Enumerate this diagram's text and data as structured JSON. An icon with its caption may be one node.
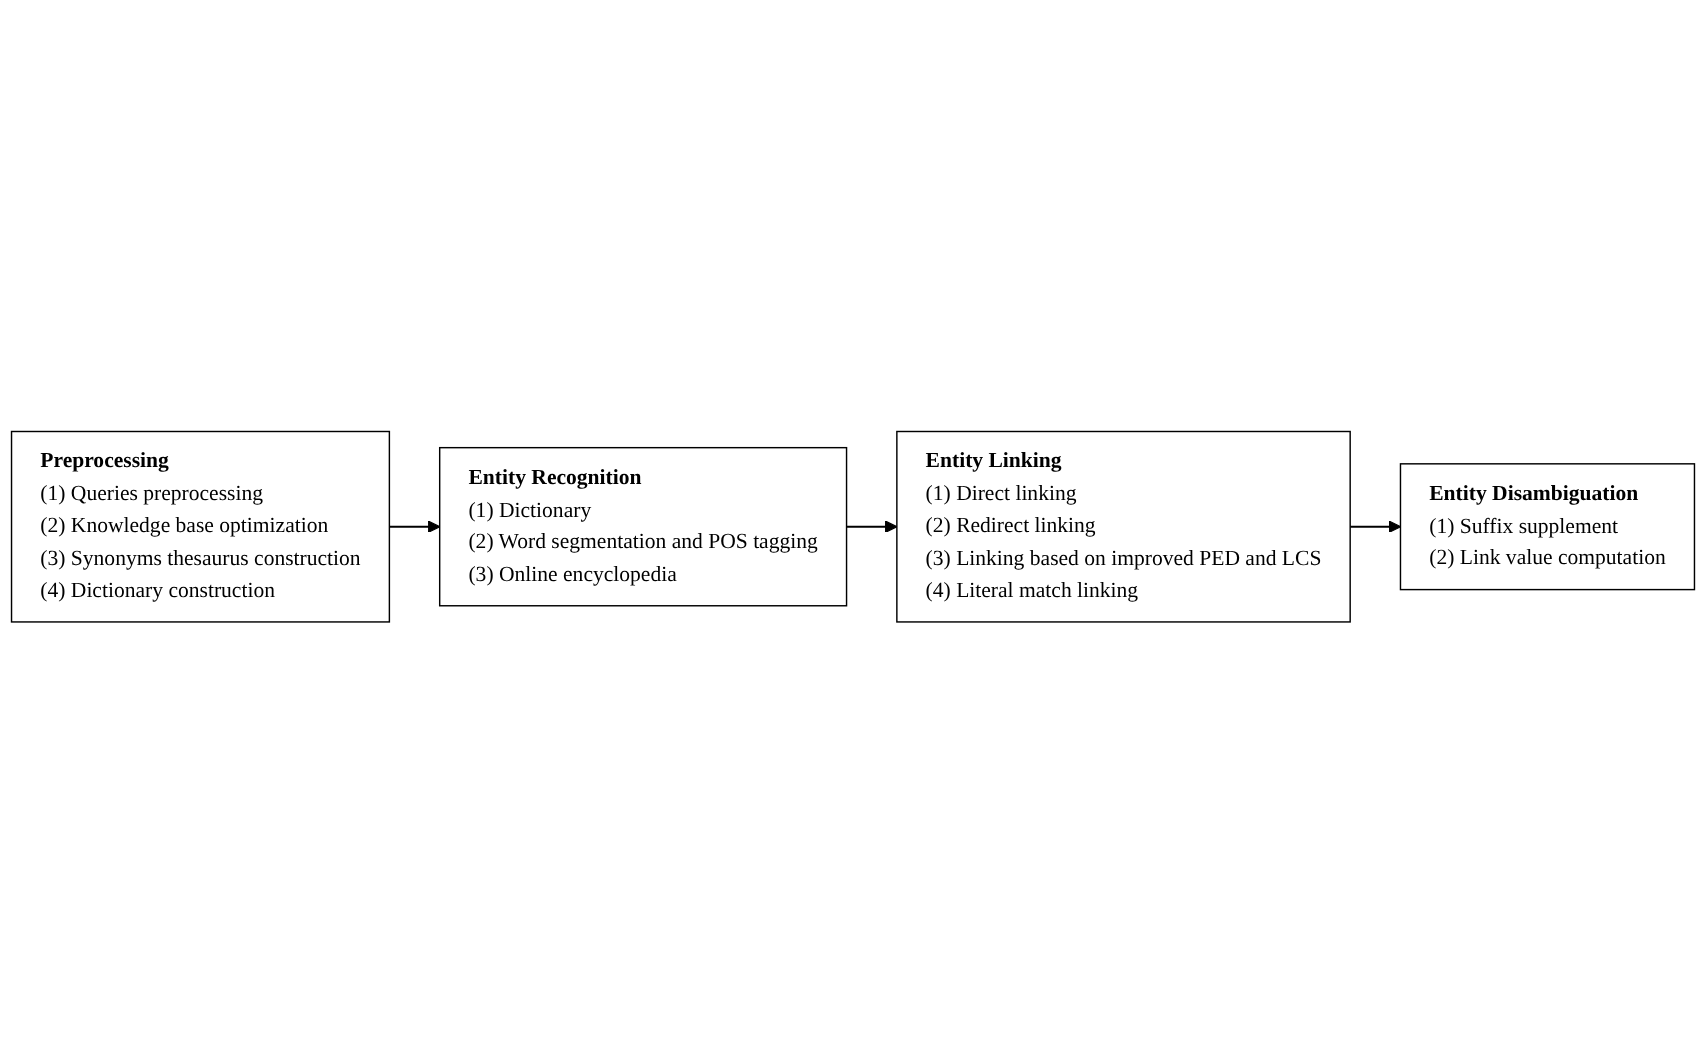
{
  "diagram": {
    "nodes": [
      {
        "text": [
          "Preprocessing",
          "(1) Queries preprocessing",
          "(2) Knowledge base optimization",
          "(3) Synonyms thesaurus construction",
          "(4) Dictionary construction"
        ]
      },
      {
        "text": [
          "Entity Recognition",
          "(1) Dictionary",
          "(2) Word segmentation and POS tagging",
          "(3) Online encyclopedia"
        ]
      },
      {
        "text": [
          "Entity Disambiguation",
          "(1) Suffix supplement",
          "(2) Link value computation"
        ]
      },
      {
        "text": [
          "Entity Linking",
          "(1) Direct linking",
          "(2) Redirect linking",
          "(3) Linking based on improved PED and LCS",
          "(4) Literal match linking"
        ]
      }
    ],
    "edges": [
      {
        "from": 0,
        "to": 1,
        "arrow": "to"
      },
      {
        "from": 1,
        "to": 3,
        "arrow": "to"
      },
      {
        "from": 3,
        "to": 2,
        "arrow": "to"
      }
    ]
  }
}
